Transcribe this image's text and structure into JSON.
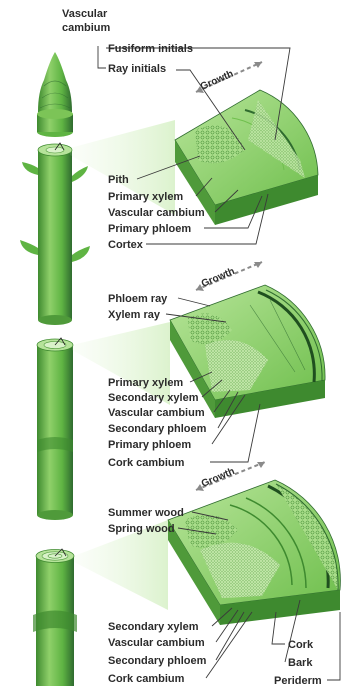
{
  "top": {
    "vascular_cambium_1": "Vascular",
    "vascular_cambium_2": "cambium",
    "fusiform_initials": "Fusiform initials",
    "ray_initials": "Ray initials"
  },
  "section1": {
    "growth": "Growth",
    "pith": "Pith",
    "primary_xylem": "Primary xylem",
    "vascular_cambium": "Vascular cambium",
    "primary_phloem": "Primary phloem",
    "cortex": "Cortex"
  },
  "section2": {
    "growth": "Growth",
    "phloem_ray": "Phloem ray",
    "xylem_ray": "Xylem ray",
    "primary_xylem": "Primary xylem",
    "secondary_xylem": "Secondary xylem",
    "vascular_cambium": "Vascular cambium",
    "secondary_phloem": "Secondary phloem",
    "primary_phloem": "Primary phloem",
    "cork_cambium": "Cork cambium"
  },
  "section3": {
    "growth": "Growth",
    "summer_wood": "Summer wood",
    "spring_wood": "Spring wood",
    "secondary_xylem": "Secondary xylem",
    "vascular_cambium": "Vascular cambium",
    "secondary_phloem": "Secondary phloem",
    "cork_cambium": "Cork cambium",
    "cork": "Cork",
    "bark": "Bark",
    "periderm": "Periderm"
  },
  "colors": {
    "stem_light": "#8fd06a",
    "stem_mid": "#5fb443",
    "stem_dark": "#3e8a2f",
    "wood_light": "#c9ecb0",
    "ring_dark": "#2f6b2f"
  }
}
